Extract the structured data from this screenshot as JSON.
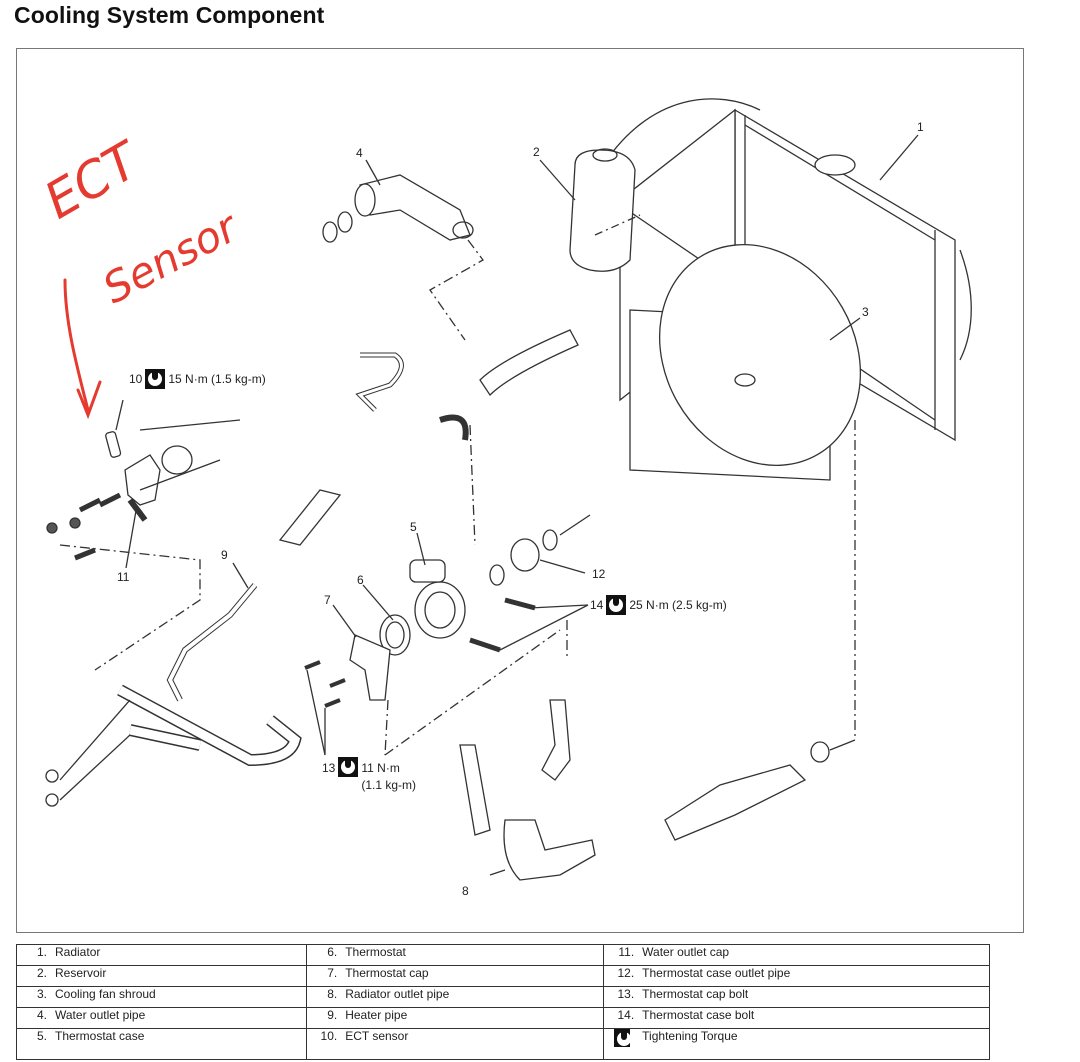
{
  "title": "Cooling System Component",
  "annotation": {
    "line1": "ECT",
    "line2": "Sensor",
    "color": "#e53a2f"
  },
  "callouts": [
    {
      "num": "1"
    },
    {
      "num": "2"
    },
    {
      "num": "3"
    },
    {
      "num": "4"
    },
    {
      "num": "5"
    },
    {
      "num": "6"
    },
    {
      "num": "7"
    },
    {
      "num": "8"
    },
    {
      "num": "9"
    },
    {
      "num": "11"
    },
    {
      "num": "12"
    }
  ],
  "torques": {
    "t10": {
      "num": "10",
      "value": "15 N·m (1.5 kg-m)"
    },
    "t14": {
      "num": "14",
      "value": "25 N·m (2.5 kg-m)"
    },
    "t13": {
      "num": "13",
      "value": "11 N·m",
      "value2": "(1.1 kg-m)"
    }
  },
  "legend": {
    "rows": [
      [
        {
          "num": "1.",
          "label": "Radiator"
        },
        {
          "num": "6.",
          "label": "Thermostat"
        },
        {
          "num": "11.",
          "label": "Water outlet cap"
        }
      ],
      [
        {
          "num": "2.",
          "label": "Reservoir"
        },
        {
          "num": "7.",
          "label": "Thermostat cap"
        },
        {
          "num": "12.",
          "label": "Thermostat case outlet pipe"
        }
      ],
      [
        {
          "num": "3.",
          "label": "Cooling fan shroud"
        },
        {
          "num": "8.",
          "label": "Radiator outlet pipe"
        },
        {
          "num": "13.",
          "label": "Thermostat cap bolt"
        }
      ],
      [
        {
          "num": "4.",
          "label": "Water outlet pipe"
        },
        {
          "num": "9.",
          "label": "Heater pipe"
        },
        {
          "num": "14.",
          "label": "Thermostat case bolt"
        }
      ],
      [
        {
          "num": "5.",
          "label": "Thermostat case"
        },
        {
          "num": "10.",
          "label": "ECT sensor"
        },
        {
          "num": "",
          "label": "Tightening Torque",
          "icon": "tightening-torque-icon"
        }
      ]
    ]
  }
}
